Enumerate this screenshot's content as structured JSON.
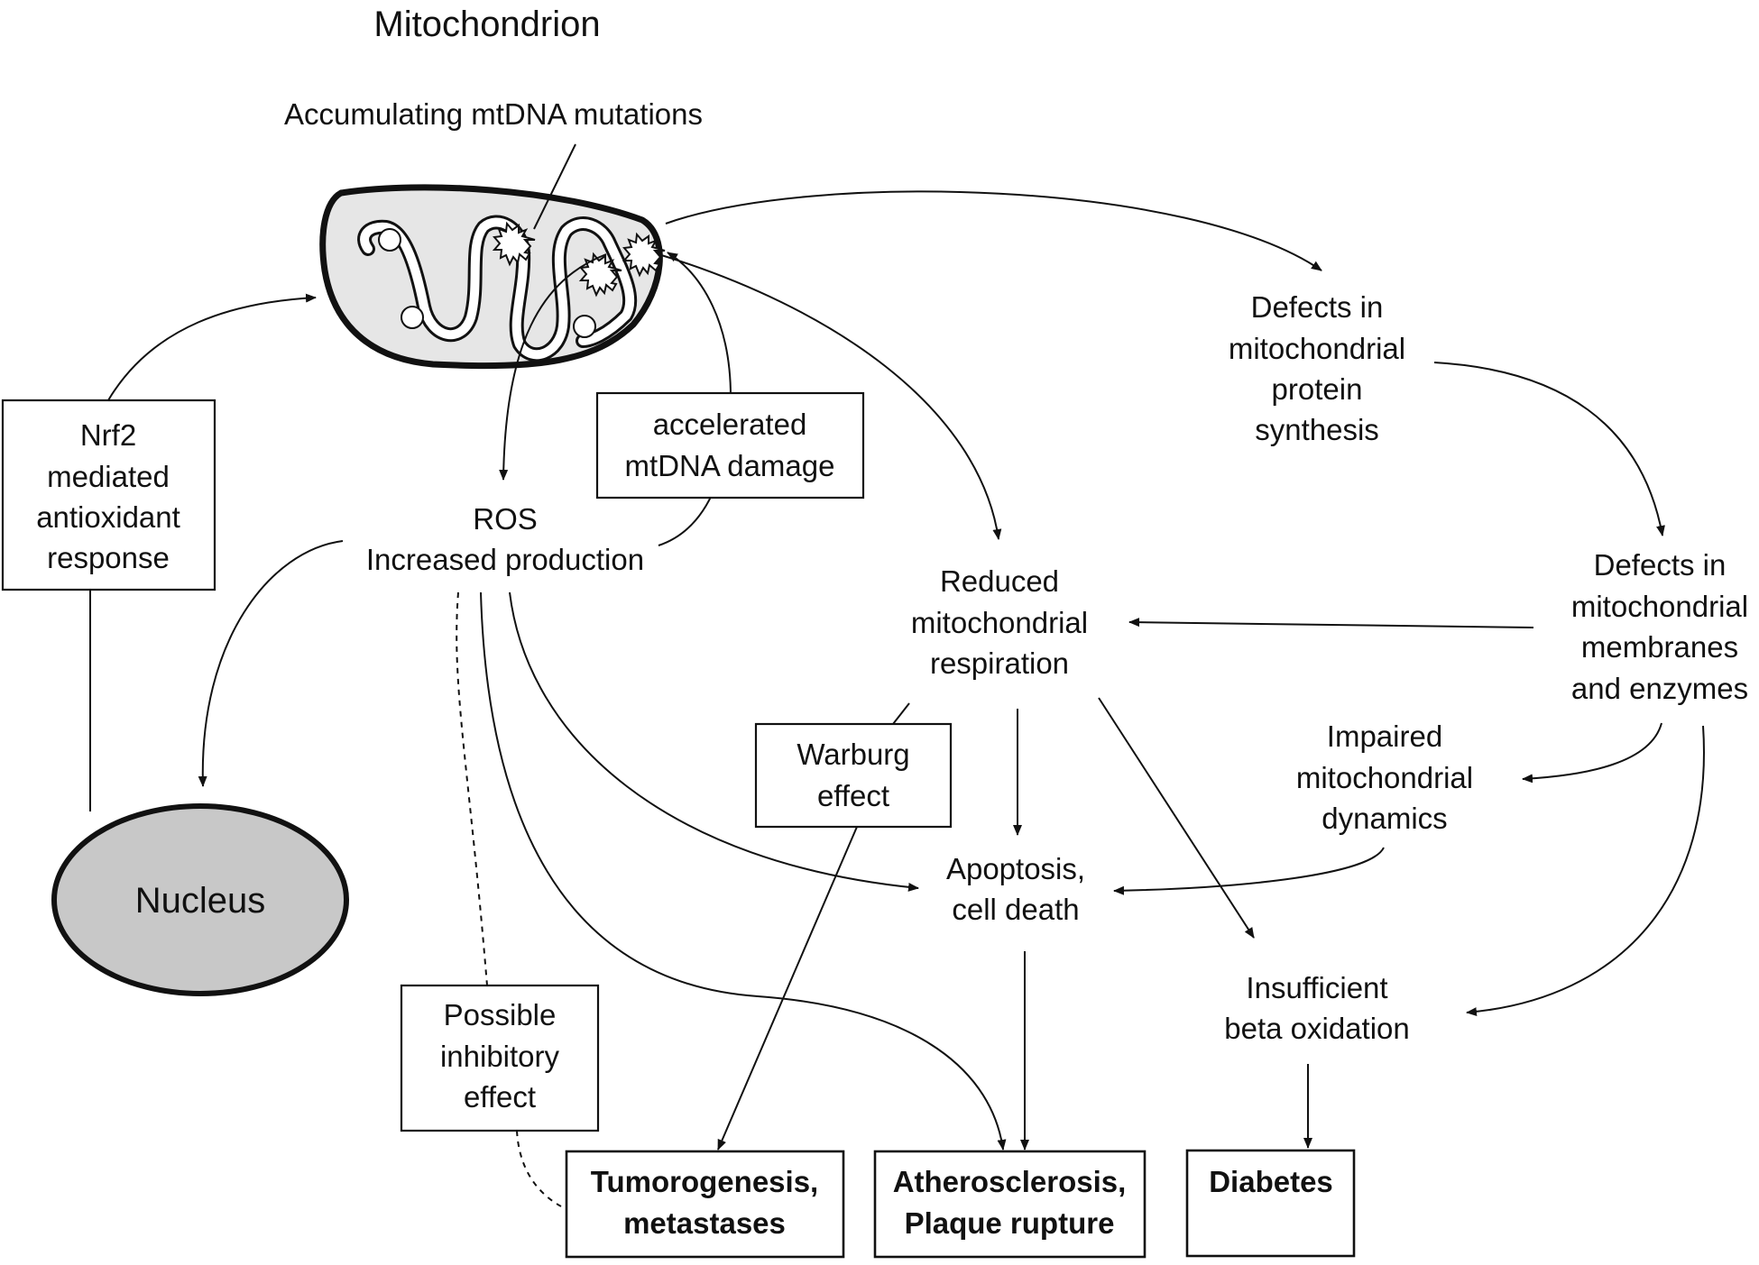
{
  "title": "Mitochondrion",
  "nodes": {
    "mtdna_mutations": "Accumulating mtDNA mutations",
    "nrf2": [
      "Nrf2",
      "mediated",
      "antioxidant",
      "response"
    ],
    "accelerated_damage": [
      "accelerated",
      "mtDNA damage"
    ],
    "ros": [
      "ROS",
      "Increased production"
    ],
    "nucleus": "Nucleus",
    "defects_protein": [
      "Defects in",
      "mitochondrial",
      "protein",
      "synthesis"
    ],
    "defects_membranes": [
      "Defects in",
      "mitochondrial",
      "membranes",
      "and enzymes"
    ],
    "reduced_respiration": [
      "Reduced",
      "mitochondrial",
      "respiration"
    ],
    "warburg": [
      "Warburg",
      "effect"
    ],
    "impaired_dynamics": [
      "Impaired",
      "mitochondrial",
      "dynamics"
    ],
    "apoptosis": [
      "Apoptosis,",
      "cell death"
    ],
    "insufficient_beta": [
      "Insufficient",
      "beta oxidation"
    ],
    "possible_inhibitory": [
      "Possible",
      "inhibitory",
      "effect"
    ],
    "tumorogenesis": [
      "Tumorogenesis,",
      "metastases"
    ],
    "atherosclerosis": [
      "Atherosclerosis,",
      "Plaque rupture"
    ],
    "diabetes": "Diabetes"
  },
  "colors": {
    "line": "#111111",
    "mito_fill": "#e6e6e6",
    "nucleus_fill": "#c8c8c8",
    "background": "#ffffff"
  }
}
